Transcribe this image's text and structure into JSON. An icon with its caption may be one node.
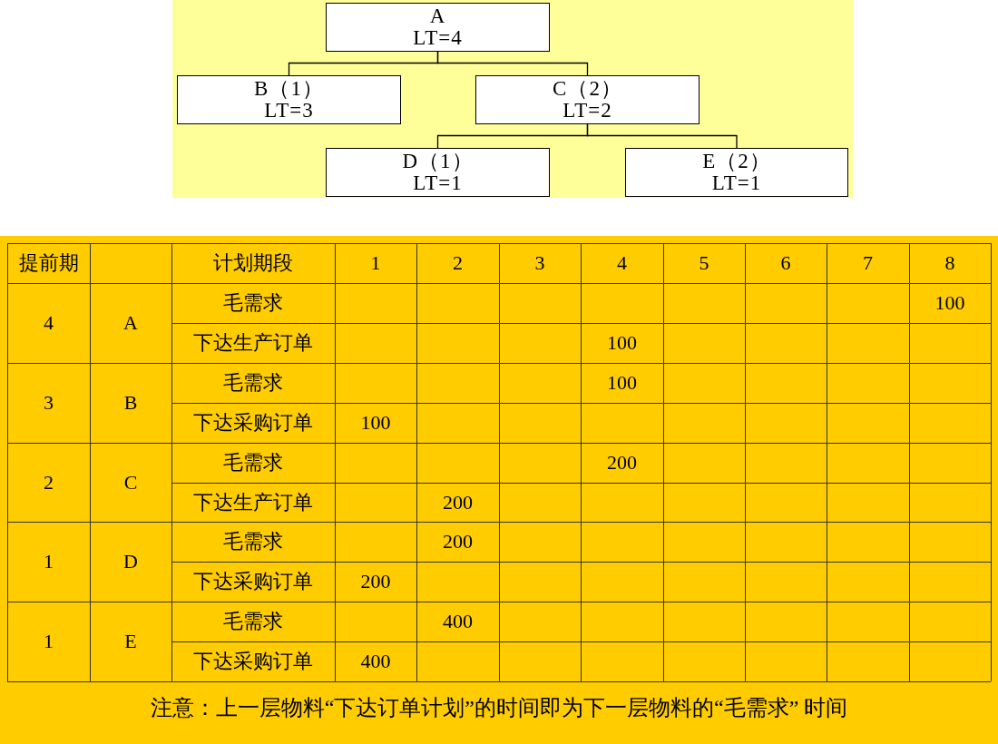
{
  "diagram": {
    "nodes": [
      {
        "text": [
          "A",
          "LT=4"
        ]
      },
      {
        "text": [
          "B（1）",
          "LT=3"
        ]
      },
      {
        "text": [
          "C（2）",
          "LT=2"
        ]
      },
      {
        "text": [
          "D（1）",
          "LT=1"
        ]
      },
      {
        "text": [
          "E（2）",
          "LT=1"
        ]
      }
    ],
    "edges": [
      {
        "from": 0,
        "to": 1,
        "arrow": "none"
      },
      {
        "from": 0,
        "to": 2,
        "arrow": "none"
      },
      {
        "from": 2,
        "to": 3,
        "arrow": "none"
      },
      {
        "from": 2,
        "to": 4,
        "arrow": "none"
      }
    ],
    "labels": [
      "提前期",
      "计划期段",
      "1",
      "2",
      "3",
      "4",
      "5",
      "6",
      "7",
      "8",
      "4",
      "A",
      "毛需求",
      "100",
      "下达生产订单",
      "100",
      "3",
      "B",
      "毛需求",
      "100",
      "下达采购订单",
      "100",
      "2",
      "C",
      "毛需求",
      "200",
      "下达生产订单",
      "200",
      "1",
      "D",
      "毛需求",
      "200",
      "下达采购订单",
      "200",
      "1",
      "E",
      "毛需求",
      "400",
      "下达采购订单",
      "400",
      "注意：上一层物料“下达订单计划”的时间即为下一层物料的“毛需求” 时间"
    ]
  }
}
